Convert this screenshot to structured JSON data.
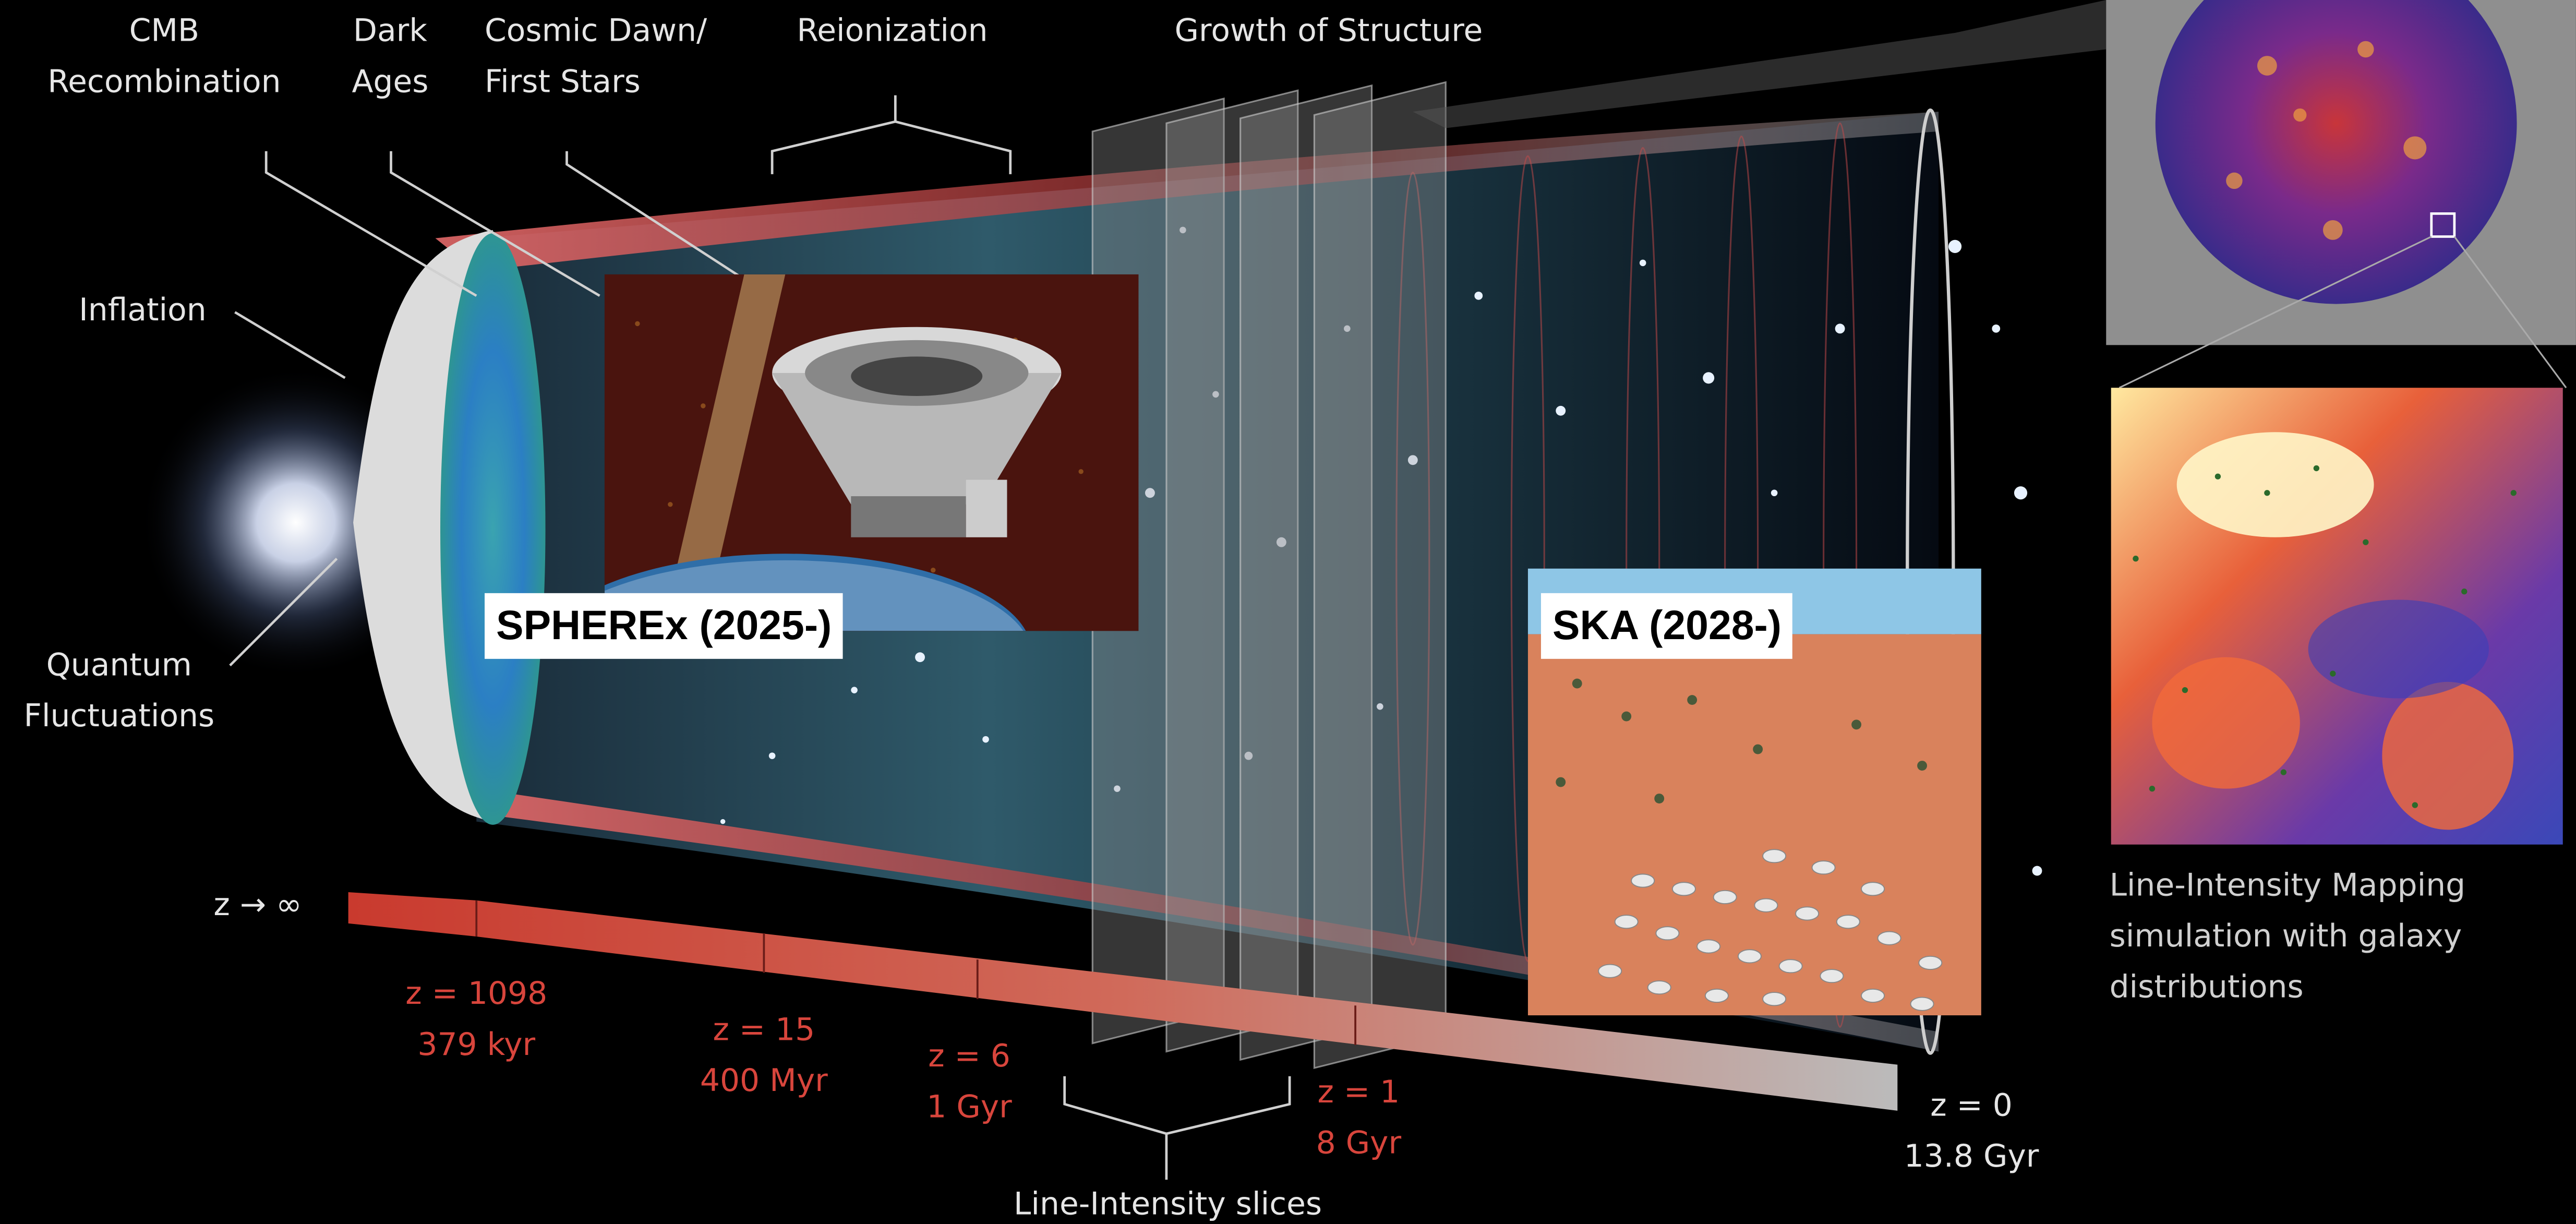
{
  "stages": {
    "cmb": "CMB\nRecombination",
    "dark_ages": "Dark\nAges",
    "cosmic_dawn": "Cosmic Dawn/\nFirst Stars",
    "reionization": "Reionization",
    "growth": "Growth of Structure",
    "inflation": "Inflation",
    "quantum": "Quantum\nFluctuations"
  },
  "timeline": {
    "z_inf": "z → ∞",
    "z1098": "z = 1098\n379 kyr",
    "z15": "z = 15\n400 Myr",
    "z6": "z = 6\n1 Gyr",
    "z1": "z = 1\n8 Gyr",
    "z0": "z = 0\n13.8 Gyr",
    "slices": "Line-Intensity slices"
  },
  "insets": {
    "spherex": "SPHEREx (2025-)",
    "ska": "SKA (2028-)"
  },
  "caption": "Line-Intensity Mapping simulation with galaxy distributions",
  "colors": {
    "background": "#000000",
    "timeline_red": "#d8453c",
    "label_text": "#e6e6e6",
    "ska_ground": "#d9825c",
    "spherex_bg": "#4a120c"
  }
}
